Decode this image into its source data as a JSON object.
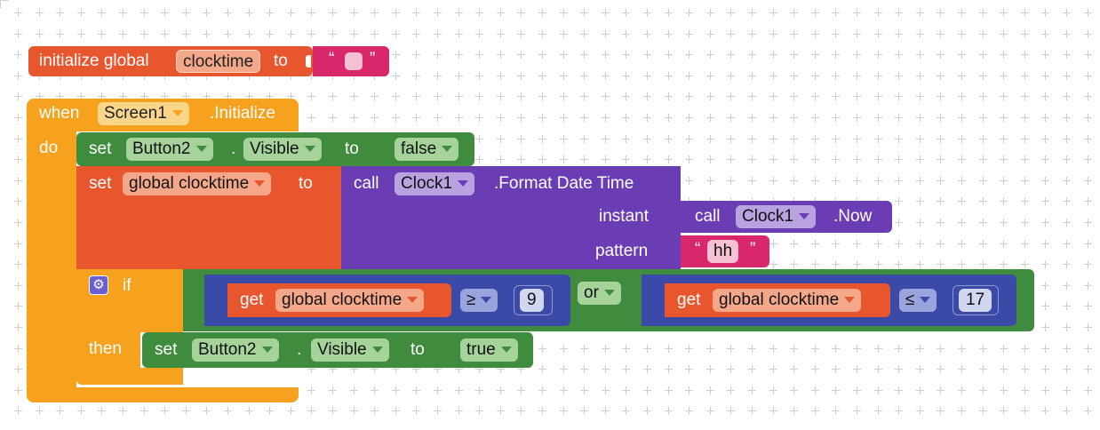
{
  "colors": {
    "variables": "#e8562e",
    "control": "#f6a21e",
    "component": "#3f8c3f",
    "clock": "#6a3db5",
    "text": "#d8276b",
    "math": "#3a4aa6"
  },
  "init_block": {
    "prefix": "initialize global",
    "var_name": "clocktime",
    "to": "to",
    "quote_open": "“",
    "quote_close": "”",
    "value": ""
  },
  "event_block": {
    "when": "when",
    "component": "Screen1",
    "event": ".Initialize",
    "do": "do"
  },
  "set_button_hidden": {
    "set": "set",
    "component": "Button2",
    "dot": ".",
    "property": "Visible",
    "to": "to",
    "value": "false"
  },
  "set_clocktime": {
    "set": "set",
    "var": "global clocktime",
    "to": "to"
  },
  "format_call": {
    "call": "call",
    "component": "Clock1",
    "method": ".Format Date Time",
    "instant_label": "instant",
    "pattern_label": "pattern"
  },
  "now_call": {
    "call": "call",
    "component": "Clock1",
    "method": ".Now"
  },
  "pattern_text": {
    "quote_open": "“",
    "value": "hh",
    "quote_close": "”"
  },
  "if_block": {
    "if": "if",
    "then": "then",
    "or": "or",
    "left": {
      "get": "get",
      "var": "global clocktime",
      "op": "≥",
      "num": "9"
    },
    "right": {
      "get": "get",
      "var": "global clocktime",
      "op": "≤",
      "num": "17"
    }
  },
  "set_button_visible": {
    "set": "set",
    "component": "Button2",
    "dot": ".",
    "property": "Visible",
    "to": "to",
    "value": "true"
  }
}
